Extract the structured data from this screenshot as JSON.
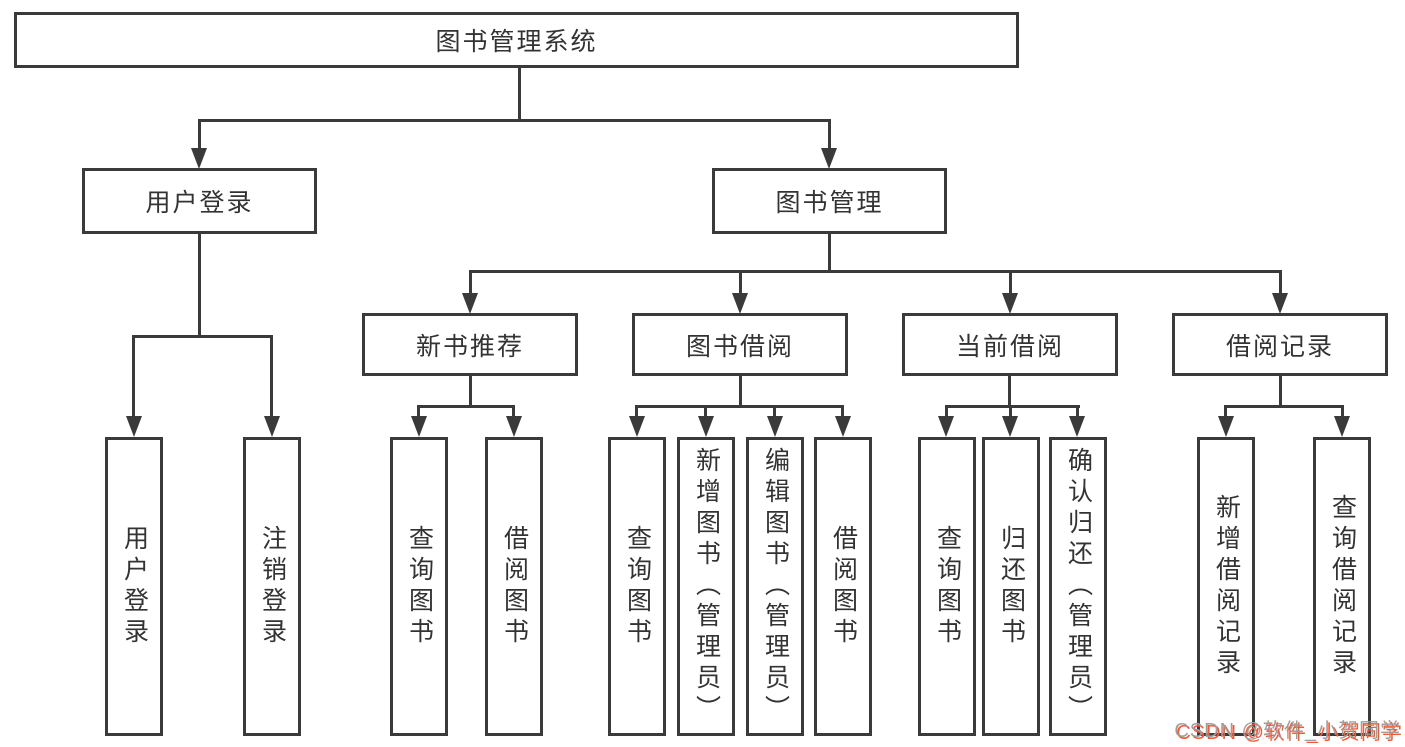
{
  "colors": {
    "line": "#3a3a3a",
    "text": "#333333",
    "background": "#ffffff",
    "watermark_text": "#9e9e9e",
    "watermark_accent": "#fc5531"
  },
  "tree": {
    "root": {
      "label": "图书管理系统",
      "children": [
        {
          "label": "用户登录",
          "children": [
            {
              "label": "用户登录"
            },
            {
              "label": "注销登录"
            }
          ]
        },
        {
          "label": "图书管理",
          "children": [
            {
              "label": "新书推荐",
              "children": [
                {
                  "label": "查询图书"
                },
                {
                  "label": "借阅图书"
                }
              ]
            },
            {
              "label": "图书借阅",
              "children": [
                {
                  "label": "查询图书"
                },
                {
                  "label": "新增图书（管理员）"
                },
                {
                  "label": "编辑图书（管理员）"
                },
                {
                  "label": "借阅图书"
                }
              ]
            },
            {
              "label": "当前借阅",
              "children": [
                {
                  "label": "查询图书"
                },
                {
                  "label": "归还图书"
                },
                {
                  "label": "确认归还（管理员）"
                }
              ]
            },
            {
              "label": "借阅记录",
              "children": [
                {
                  "label": "新增借阅记录"
                },
                {
                  "label": "查询借阅记录"
                }
              ]
            }
          ]
        }
      ]
    }
  },
  "watermark": {
    "text": "CSDN @软件_小贺同学"
  }
}
